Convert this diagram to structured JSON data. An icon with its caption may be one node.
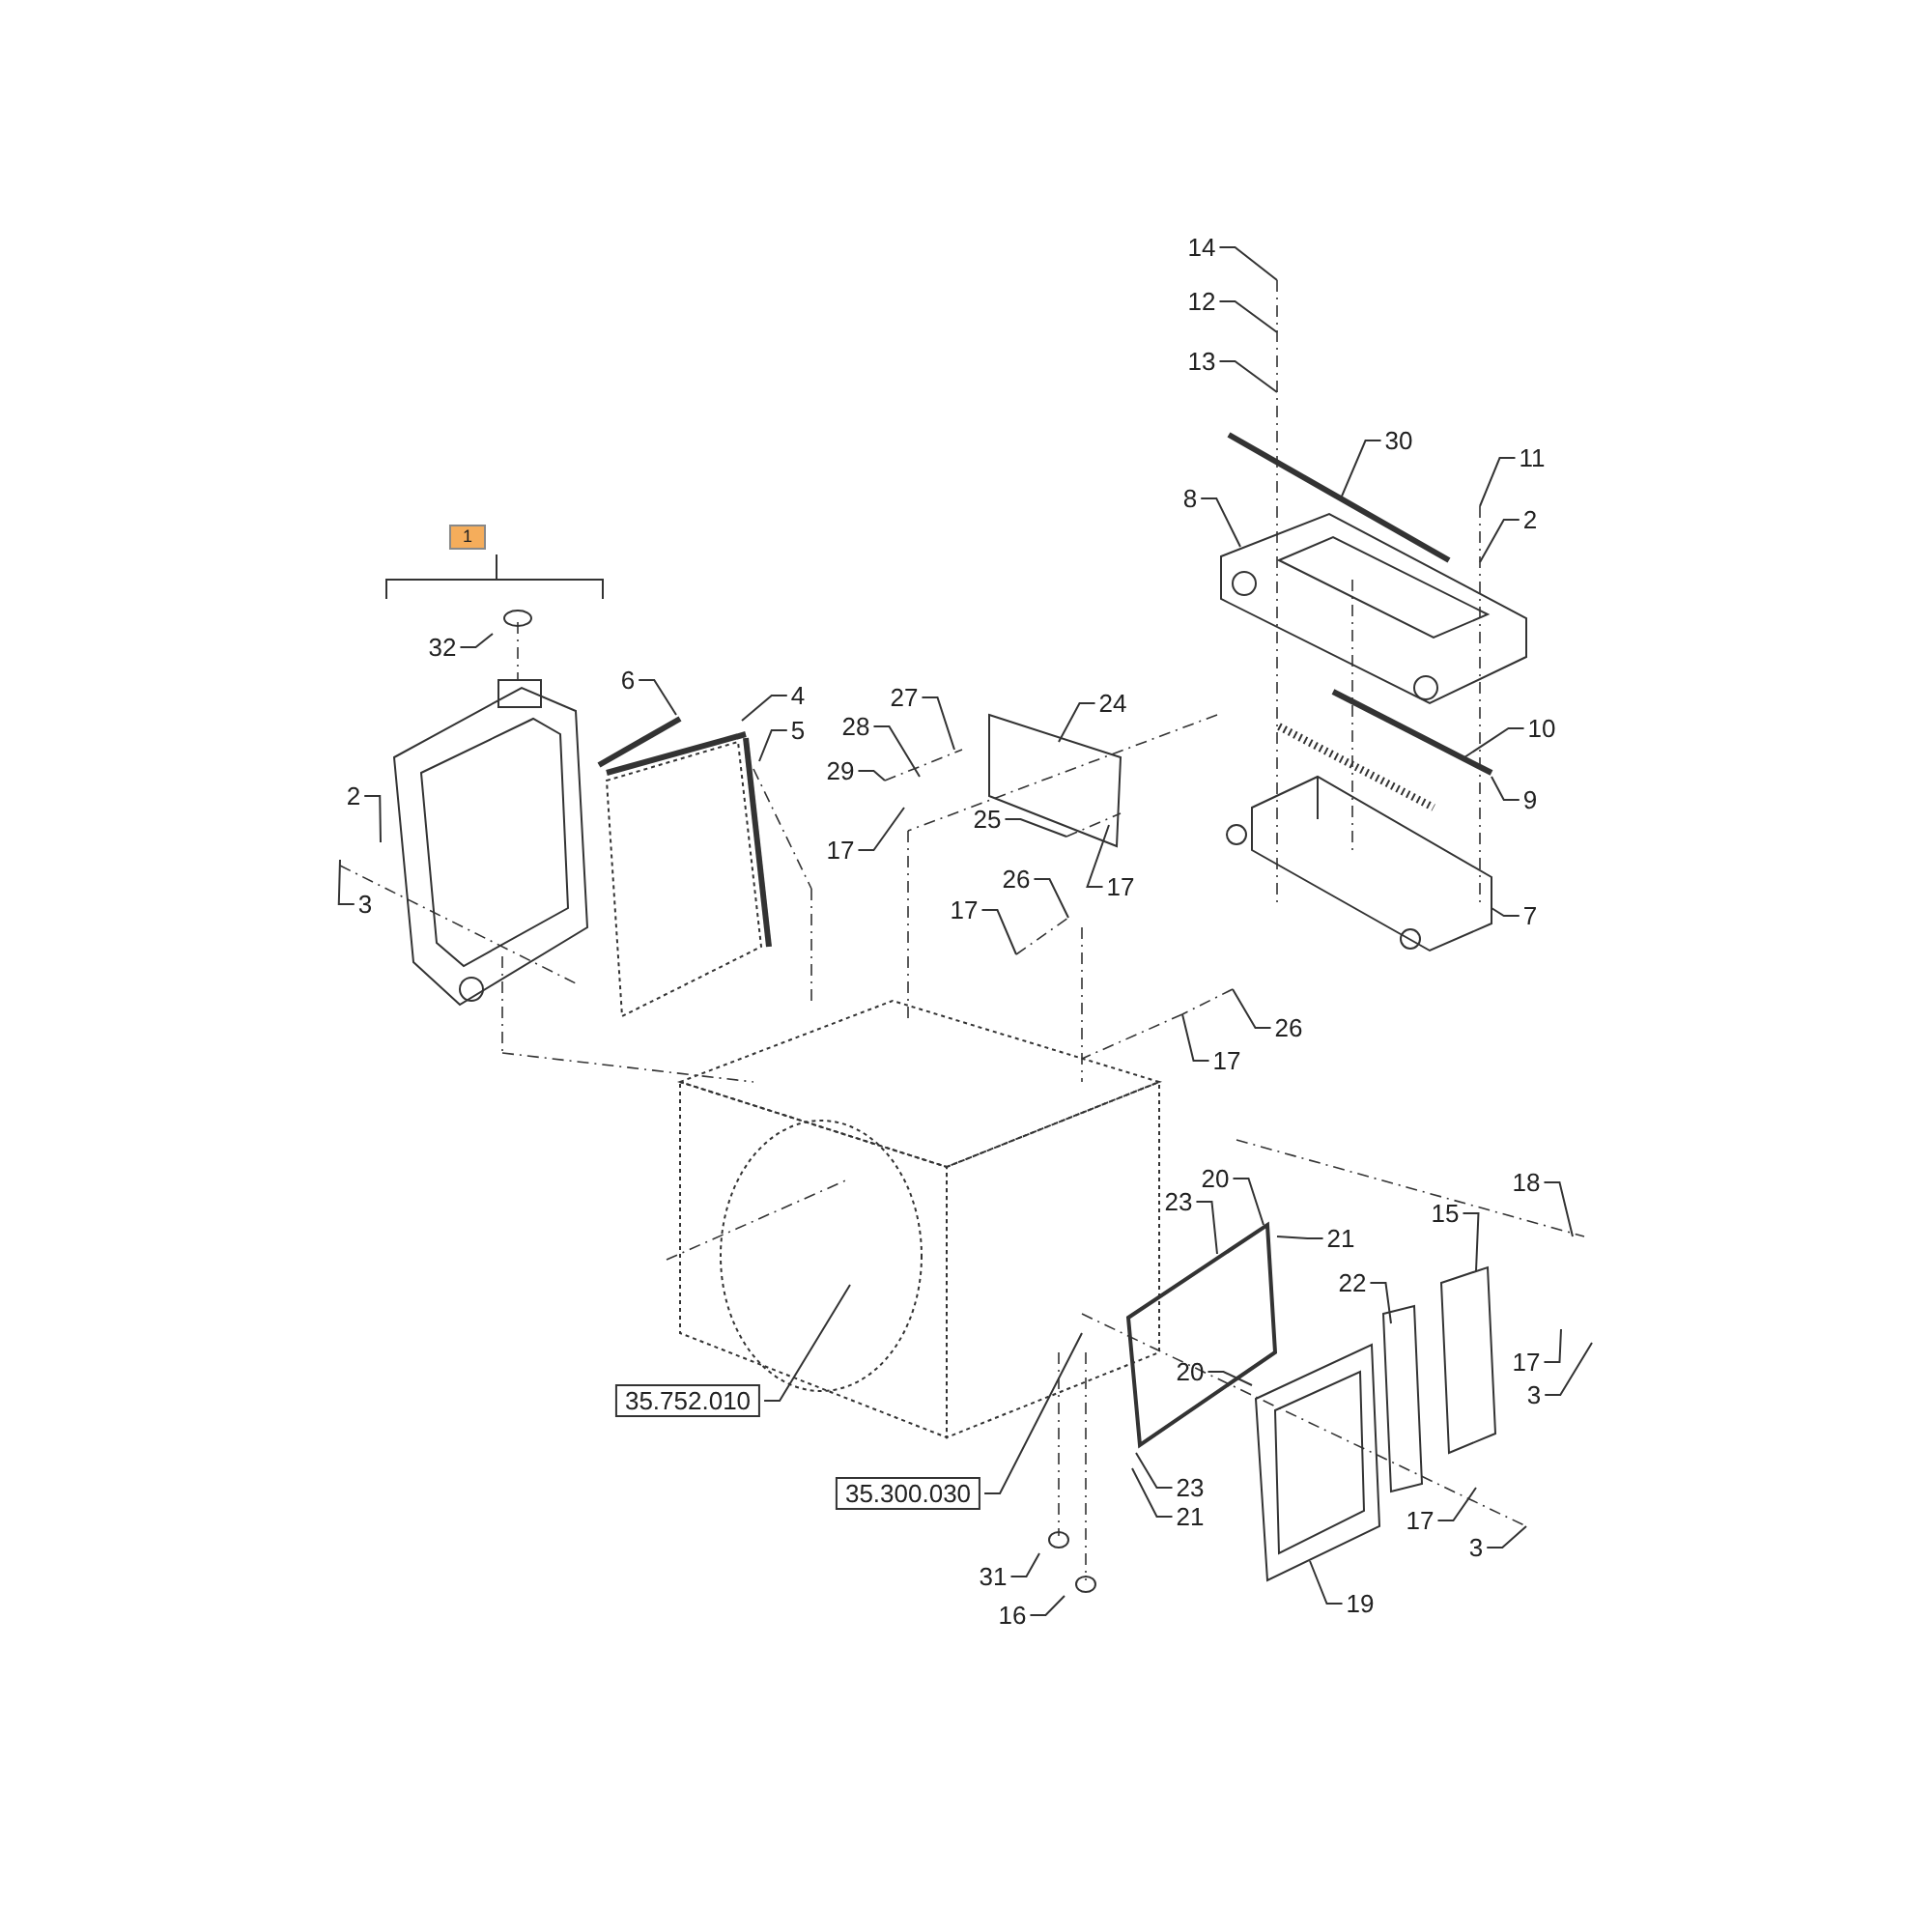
{
  "diagram": {
    "nodes": [
      {
        "text": [
          "1"
        ]
      },
      {
        "text": [
          "32"
        ]
      },
      {
        "text": [
          "2"
        ]
      },
      {
        "text": [
          "3"
        ]
      },
      {
        "text": [
          "6"
        ]
      },
      {
        "text": [
          "4"
        ]
      },
      {
        "text": [
          "5"
        ]
      },
      {
        "text": [
          "27"
        ]
      },
      {
        "text": [
          "28"
        ]
      },
      {
        "text": [
          "29"
        ]
      },
      {
        "text": [
          "17"
        ]
      },
      {
        "text": [
          "24"
        ]
      },
      {
        "text": [
          "25"
        ]
      },
      {
        "text": [
          "17"
        ]
      },
      {
        "text": [
          "26"
        ]
      },
      {
        "text": [
          "17"
        ]
      },
      {
        "text": [
          "14"
        ]
      },
      {
        "text": [
          "12"
        ]
      },
      {
        "text": [
          "13"
        ]
      },
      {
        "text": [
          "30"
        ]
      },
      {
        "text": [
          "11"
        ]
      },
      {
        "text": [
          "8"
        ]
      },
      {
        "text": [
          "2"
        ]
      },
      {
        "text": [
          "10"
        ]
      },
      {
        "text": [
          "9"
        ]
      },
      {
        "text": [
          "7"
        ]
      },
      {
        "text": [
          "26"
        ]
      },
      {
        "text": [
          "17"
        ]
      },
      {
        "text": [
          "18"
        ]
      },
      {
        "text": [
          "15"
        ]
      },
      {
        "text": [
          "20"
        ]
      },
      {
        "text": [
          "23"
        ]
      },
      {
        "text": [
          "21"
        ]
      },
      {
        "text": [
          "22"
        ]
      },
      {
        "text": [
          "17"
        ]
      },
      {
        "text": [
          "3"
        ]
      },
      {
        "text": [
          "20"
        ]
      },
      {
        "text": [
          "35.752.010"
        ]
      },
      {
        "text": [
          "35.300.030"
        ]
      },
      {
        "text": [
          "23"
        ]
      },
      {
        "text": [
          "21"
        ]
      },
      {
        "text": [
          "17"
        ]
      },
      {
        "text": [
          "3"
        ]
      },
      {
        "text": [
          "19"
        ]
      },
      {
        "text": [
          "31"
        ]
      },
      {
        "text": [
          "16"
        ]
      }
    ],
    "edges": [
      {
        "from": 1,
        "to": null,
        "arrow": "none"
      },
      {
        "from": 2,
        "to": null,
        "arrow": "none"
      },
      {
        "from": 3,
        "to": null,
        "arrow": "none"
      },
      {
        "from": 4,
        "to": null,
        "arrow": "none"
      },
      {
        "from": 5,
        "to": null,
        "arrow": "none"
      },
      {
        "from": 6,
        "to": null,
        "arrow": "none"
      },
      {
        "from": 7,
        "to": null,
        "arrow": "none"
      },
      {
        "from": 8,
        "to": null,
        "arrow": "none"
      },
      {
        "from": 9,
        "to": null,
        "arrow": "none"
      },
      {
        "from": 10,
        "to": null,
        "arrow": "none"
      },
      {
        "from": 11,
        "to": null,
        "arrow": "none"
      },
      {
        "from": 12,
        "to": null,
        "arrow": "none"
      },
      {
        "from": 13,
        "to": null,
        "arrow": "none"
      },
      {
        "from": 14,
        "to": null,
        "arrow": "none"
      },
      {
        "from": 15,
        "to": null,
        "arrow": "none"
      },
      {
        "from": 16,
        "to": null,
        "arrow": "none"
      },
      {
        "from": 17,
        "to": null,
        "arrow": "none"
      },
      {
        "from": 18,
        "to": null,
        "arrow": "none"
      },
      {
        "from": 19,
        "to": null,
        "arrow": "none"
      },
      {
        "from": 20,
        "to": null,
        "arrow": "none"
      },
      {
        "from": 21,
        "to": null,
        "arrow": "none"
      },
      {
        "from": 22,
        "to": null,
        "arrow": "none"
      },
      {
        "from": 23,
        "to": null,
        "arrow": "none"
      },
      {
        "from": 24,
        "to": null,
        "arrow": "none"
      },
      {
        "from": 25,
        "to": null,
        "arrow": "none"
      },
      {
        "from": 26,
        "to": null,
        "arrow": "none"
      },
      {
        "from": 27,
        "to": null,
        "arrow": "none"
      },
      {
        "from": 28,
        "to": null,
        "arrow": "none"
      },
      {
        "from": 29,
        "to": null,
        "arrow": "none"
      },
      {
        "from": 30,
        "to": null,
        "arrow": "none"
      },
      {
        "from": 31,
        "to": null,
        "arrow": "none"
      },
      {
        "from": 32,
        "to": null,
        "arrow": "none"
      },
      {
        "from": 33,
        "to": null,
        "arrow": "none"
      },
      {
        "from": 34,
        "to": null,
        "arrow": "none"
      },
      {
        "from": 35,
        "to": null,
        "arrow": "none"
      },
      {
        "from": 36,
        "to": null,
        "arrow": "none"
      },
      {
        "from": 37,
        "to": null,
        "arrow": "none"
      },
      {
        "from": 38,
        "to": null,
        "arrow": "none"
      },
      {
        "from": 39,
        "to": null,
        "arrow": "none"
      },
      {
        "from": 40,
        "to": null,
        "arrow": "none"
      },
      {
        "from": 41,
        "to": null,
        "arrow": "none"
      },
      {
        "from": 42,
        "to": null,
        "arrow": "none"
      },
      {
        "from": 43,
        "to": null,
        "arrow": "none"
      },
      {
        "from": 44,
        "to": null,
        "arrow": "none"
      },
      {
        "from": 45,
        "to": null,
        "arrow": "none"
      }
    ]
  }
}
